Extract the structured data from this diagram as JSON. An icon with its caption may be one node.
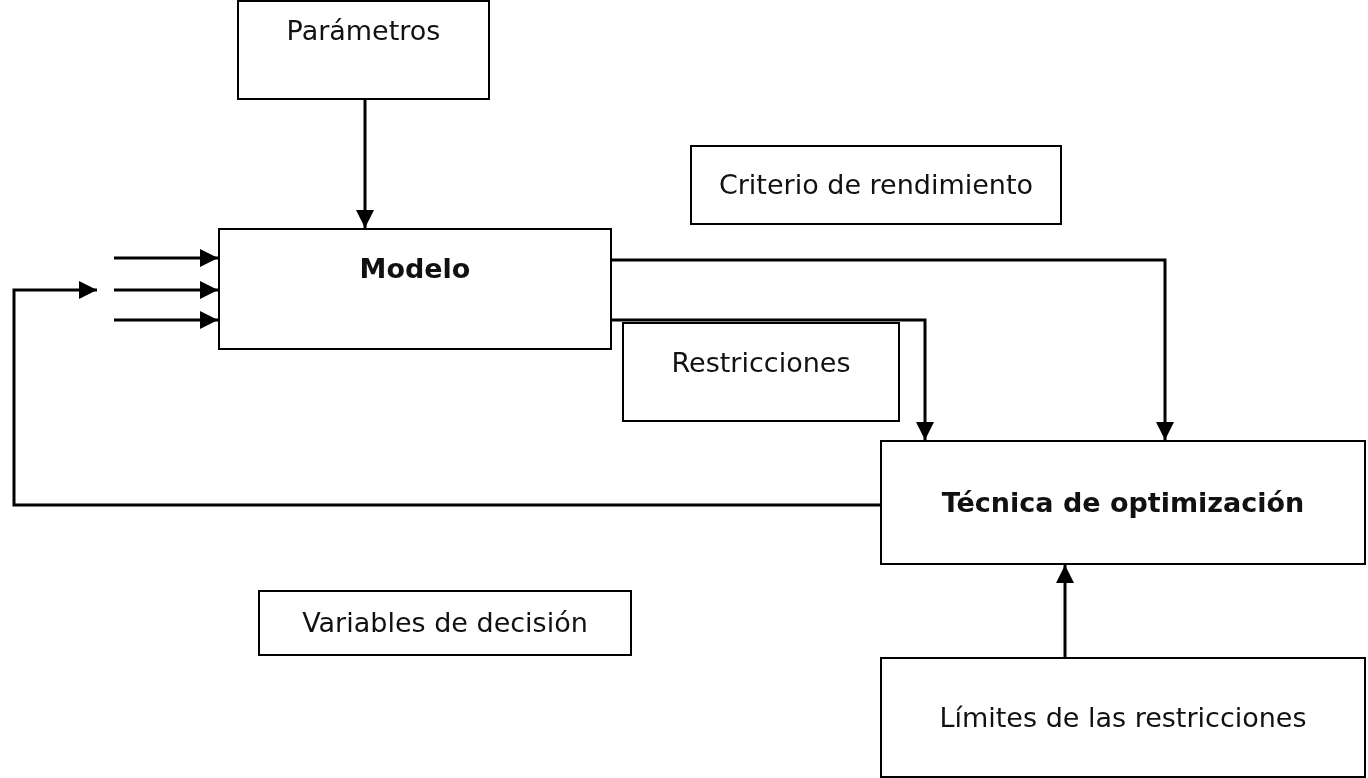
{
  "diagram": {
    "nodes": [
      {
        "text": [
          "Parámetros"
        ]
      },
      {
        "text": [
          "Criterio de rendimiento"
        ]
      },
      {
        "text": [
          "Modelo"
        ]
      },
      {
        "text": [
          "Restricciones"
        ]
      },
      {
        "text": [
          "Técnica de optimización"
        ]
      },
      {
        "text": [
          "Variables de decisión"
        ]
      },
      {
        "text": [
          "Límites de las restricciones"
        ]
      }
    ],
    "edges": [
      {
        "from": 0,
        "to": 2,
        "arrow": "to"
      },
      {
        "from": null,
        "to": 2,
        "arrow": "to"
      },
      {
        "from": null,
        "to": 2,
        "arrow": "to"
      },
      {
        "from": null,
        "to": 2,
        "arrow": "to"
      },
      {
        "from": 2,
        "to": 4,
        "arrow": "to"
      },
      {
        "from": 2,
        "to": 4,
        "arrow": "to"
      },
      {
        "from": 4,
        "to": null,
        "arrow": "to"
      },
      {
        "from": 6,
        "to": 4,
        "arrow": "to"
      }
    ]
  }
}
